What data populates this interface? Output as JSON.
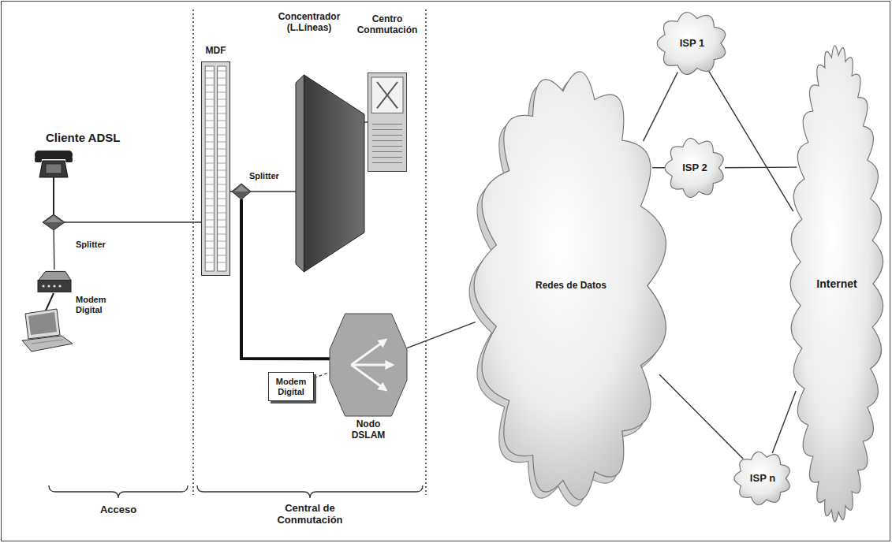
{
  "diagram": {
    "nodes": [
      {
        "text": [
          "Splitter"
        ]
      },
      {
        "text": [
          "Modem Digital"
        ]
      },
      {
        "text": [
          "MDF"
        ]
      },
      {
        "text": [
          "Splitter"
        ]
      },
      {
        "text": [
          "Concentrador (L.Líneas)"
        ]
      },
      {
        "text": [
          "Centro Conmutación"
        ]
      },
      {
        "text": [
          "Modem Digital"
        ]
      },
      {
        "text": [
          "Nodo DSLAM"
        ]
      },
      {
        "text": [
          "Redes de Datos"
        ]
      },
      {
        "text": [
          "ISP 1"
        ]
      },
      {
        "text": [
          "ISP 2"
        ]
      },
      {
        "text": [
          "ISP n"
        ]
      },
      {
        "text": [
          "Internet"
        ]
      }
    ],
    "edges": [
      {
        "from": 0,
        "to": 2,
        "arrow": "none"
      },
      {
        "from": 0,
        "to": 1,
        "arrow": "none"
      },
      {
        "from": 2,
        "to": 3,
        "arrow": "none"
      },
      {
        "from": 3,
        "to": 4,
        "arrow": "none"
      },
      {
        "from": 4,
        "to": 5,
        "arrow": "none"
      },
      {
        "from": 3,
        "to": 7,
        "arrow": "none"
      },
      {
        "from": 6,
        "to": 7,
        "arrow": "none"
      },
      {
        "from": 7,
        "to": 8,
        "arrow": "none"
      },
      {
        "from": 8,
        "to": 9,
        "arrow": "none"
      },
      {
        "from": 8,
        "to": 10,
        "arrow": "none"
      },
      {
        "from": 8,
        "to": 11,
        "arrow": "none"
      },
      {
        "from": 9,
        "to": 12,
        "arrow": "none"
      },
      {
        "from": 10,
        "to": 12,
        "arrow": "none"
      },
      {
        "from": 11,
        "to": 12,
        "arrow": "none"
      }
    ],
    "labels": [
      "Cliente ADSL",
      "Acceso",
      "Central de Conmutación"
    ]
  }
}
